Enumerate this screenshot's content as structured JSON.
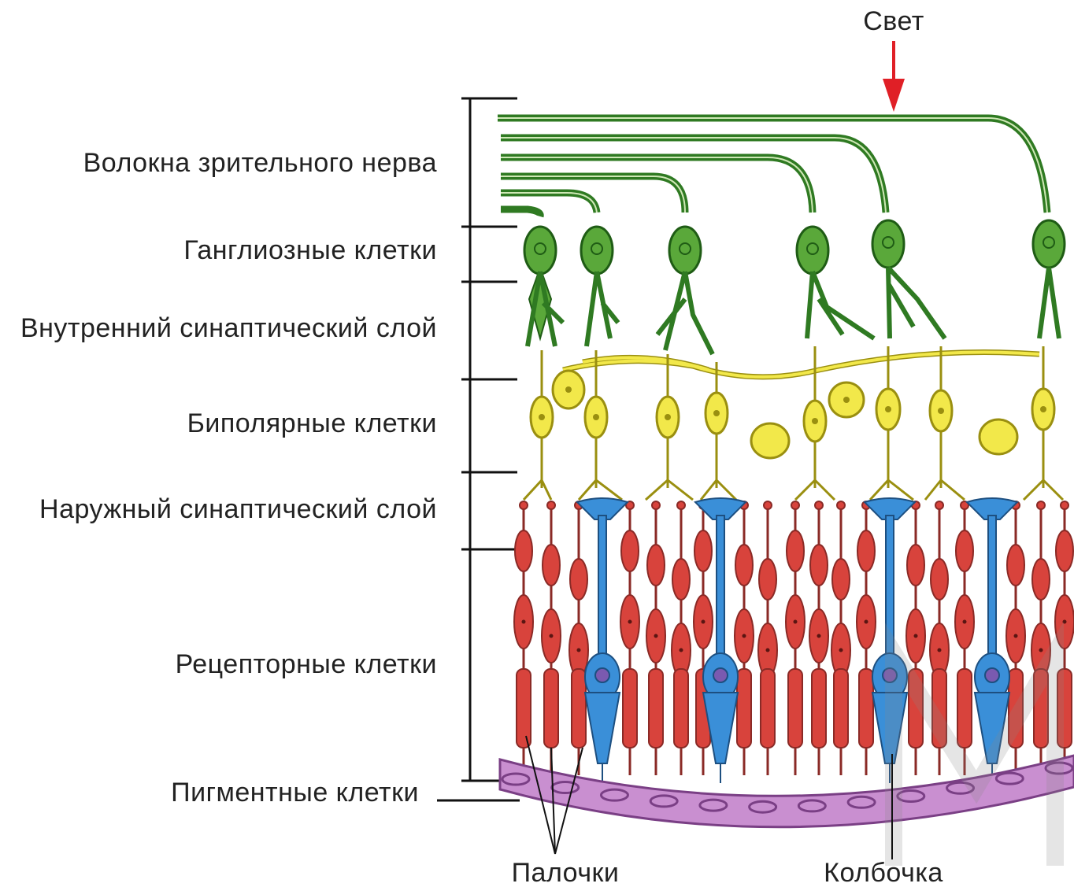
{
  "light": {
    "label": "Свет",
    "arrow_color": "#e01f26"
  },
  "layers": {
    "nerve_fibers": "Волокна зрительного нерва",
    "ganglion": "Ганглиозные клетки",
    "inner_synaptic": "Внутренний синаптический слой",
    "bipolar": "Биполярные клетки",
    "outer_synaptic": "Наружный синаптический слой",
    "receptor": "Рецепторные клетки",
    "pigment": "Пигментные клетки"
  },
  "bottom_labels": {
    "rods": "Палочки",
    "cone": "Колбочка"
  },
  "colors": {
    "nerve_green": "#2f7a22",
    "ganglion_fill": "#5aa83a",
    "bipolar_yellow": "#f2e84a",
    "bipolar_stroke": "#9a8f10",
    "rod_red": "#d8433c",
    "cone_blue": "#3a8fd8",
    "pigment_purple": "#c98fd0",
    "pigment_stroke": "#7a3f85"
  }
}
